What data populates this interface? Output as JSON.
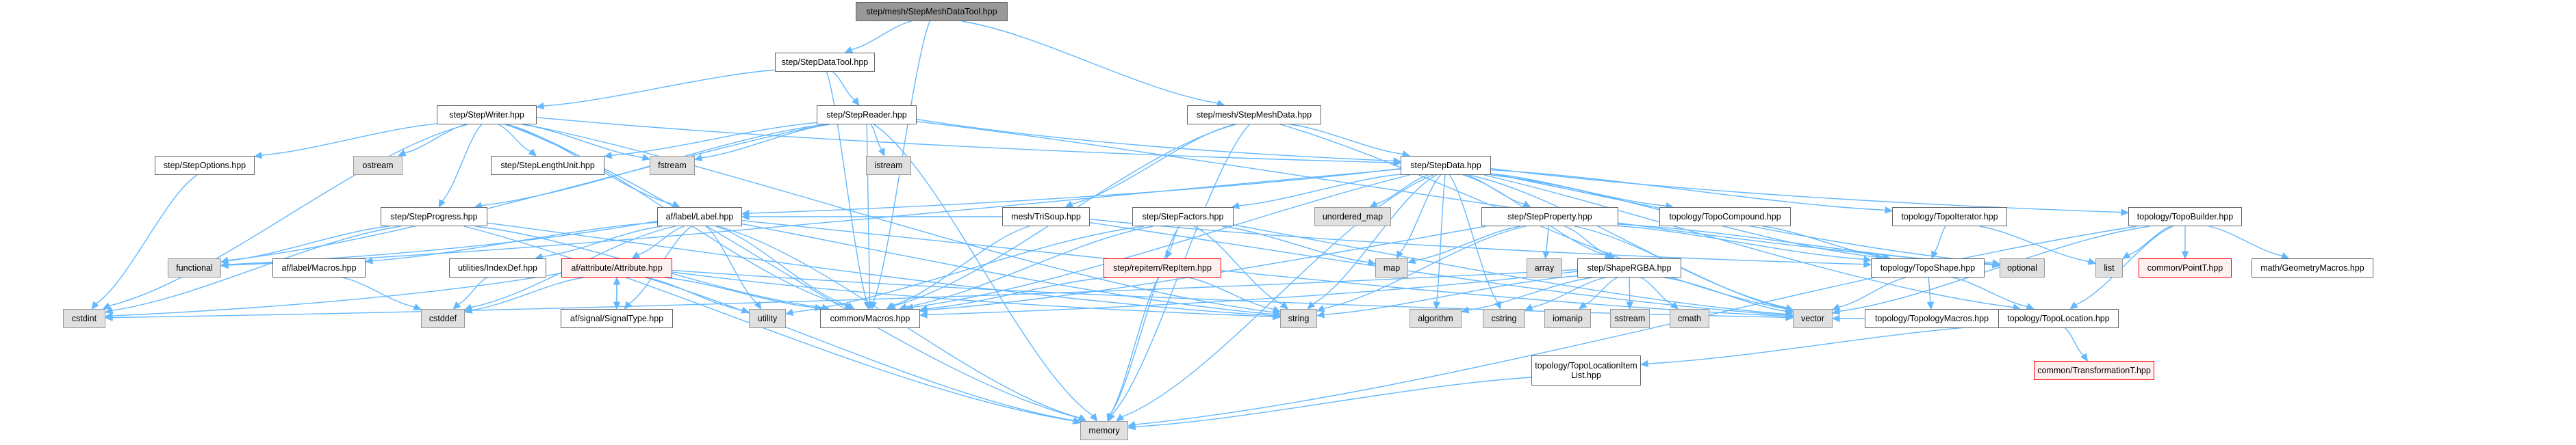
{
  "diagram": {
    "type": "include-dependency-graph",
    "colors": {
      "edge": "#63b8ff",
      "root_fill": "#999999",
      "system_fill": "#e0e0e0",
      "missing_border": "#ff0000",
      "missing_fill": "#fff0f0"
    },
    "nodes": [
      {
        "id": "root",
        "label": "step/mesh/StepMeshDataTool.hpp",
        "kind": "root"
      },
      {
        "id": "stepdatatool",
        "label": "step/StepDataTool.hpp",
        "kind": "file"
      },
      {
        "id": "stepwriter",
        "label": "step/StepWriter.hpp",
        "kind": "file"
      },
      {
        "id": "stepreader",
        "label": "step/StepReader.hpp",
        "kind": "file"
      },
      {
        "id": "stepmeshdata",
        "label": "step/mesh/StepMeshData.hpp",
        "kind": "file"
      },
      {
        "id": "stepoptions",
        "label": "step/StepOptions.hpp",
        "kind": "file"
      },
      {
        "id": "ostream",
        "label": "ostream",
        "kind": "sys"
      },
      {
        "id": "steplengthunit",
        "label": "step/StepLengthUnit.hpp",
        "kind": "file"
      },
      {
        "id": "fstream",
        "label": "fstream",
        "kind": "sys"
      },
      {
        "id": "istream",
        "label": "istream",
        "kind": "sys"
      },
      {
        "id": "stepdata",
        "label": "step/StepData.hpp",
        "kind": "file"
      },
      {
        "id": "stepprogress",
        "label": "step/StepProgress.hpp",
        "kind": "file"
      },
      {
        "id": "label",
        "label": "af/label/Label.hpp",
        "kind": "file"
      },
      {
        "id": "trisoup",
        "label": "mesh/TriSoup.hpp",
        "kind": "file"
      },
      {
        "id": "stepfactors",
        "label": "step/StepFactors.hpp",
        "kind": "file"
      },
      {
        "id": "unordered_map",
        "label": "unordered_map",
        "kind": "sys"
      },
      {
        "id": "stepproperty",
        "label": "step/StepProperty.hpp",
        "kind": "file"
      },
      {
        "id": "topocompound",
        "label": "topology/TopoCompound.hpp",
        "kind": "file"
      },
      {
        "id": "topoiterator",
        "label": "topology/TopoIterator.hpp",
        "kind": "file"
      },
      {
        "id": "topobuilder",
        "label": "topology/TopoBuilder.hpp",
        "kind": "file"
      },
      {
        "id": "functional",
        "label": "functional",
        "kind": "sys"
      },
      {
        "id": "labelmacros",
        "label": "af/label/Macros.hpp",
        "kind": "file"
      },
      {
        "id": "indexdef",
        "label": "utilities/IndexDef.hpp",
        "kind": "file"
      },
      {
        "id": "attribute",
        "label": "af/attribute/Attribute.hpp",
        "kind": "missing"
      },
      {
        "id": "repitem",
        "label": "step/repitem/RepItem.hpp",
        "kind": "missing"
      },
      {
        "id": "map",
        "label": "map",
        "kind": "sys"
      },
      {
        "id": "array",
        "label": "array",
        "kind": "sys"
      },
      {
        "id": "shapergba",
        "label": "step/ShapeRGBA.hpp",
        "kind": "file"
      },
      {
        "id": "toposhape",
        "label": "topology/TopoShape.hpp",
        "kind": "file"
      },
      {
        "id": "optional",
        "label": "optional",
        "kind": "sys"
      },
      {
        "id": "list",
        "label": "list",
        "kind": "sys"
      },
      {
        "id": "pointt",
        "label": "common/PointT.hpp",
        "kind": "missing"
      },
      {
        "id": "geometrymacros",
        "label": "math/GeometryMacros.hpp",
        "kind": "file"
      },
      {
        "id": "cstdint",
        "label": "cstdint",
        "kind": "sys"
      },
      {
        "id": "cstddef",
        "label": "cstddef",
        "kind": "sys"
      },
      {
        "id": "signaltype",
        "label": "af/signal/SignalType.hpp",
        "kind": "file"
      },
      {
        "id": "utility",
        "label": "utility",
        "kind": "sys"
      },
      {
        "id": "commonmacros",
        "label": "common/Macros.hpp",
        "kind": "file"
      },
      {
        "id": "string",
        "label": "string",
        "kind": "sys"
      },
      {
        "id": "algorithm",
        "label": "algorithm",
        "kind": "sys"
      },
      {
        "id": "cstring",
        "label": "cstring",
        "kind": "sys"
      },
      {
        "id": "iomanip",
        "label": "iomanip",
        "kind": "sys"
      },
      {
        "id": "sstream",
        "label": "sstream",
        "kind": "sys"
      },
      {
        "id": "cmath",
        "label": "cmath",
        "kind": "sys"
      },
      {
        "id": "vector",
        "label": "vector",
        "kind": "sys"
      },
      {
        "id": "topologymacros",
        "label": "topology/TopologyMacros.hpp",
        "kind": "file"
      },
      {
        "id": "topolocation",
        "label": "topology/TopoLocation.hpp",
        "kind": "file"
      },
      {
        "id": "topolocationitemlist",
        "label": "topology/TopoLocationItem List.hpp",
        "kind": "file"
      },
      {
        "id": "transformationt",
        "label": "common/TransformationT.hpp",
        "kind": "missing"
      },
      {
        "id": "memory",
        "label": "memory",
        "kind": "sys"
      }
    ],
    "edges": [
      [
        "root",
        "stepdatatool"
      ],
      [
        "root",
        "stepmeshdata"
      ],
      [
        "root",
        "commonmacros"
      ],
      [
        "stepdatatool",
        "stepwriter"
      ],
      [
        "stepdatatool",
        "stepreader"
      ],
      [
        "stepdatatool",
        "commonmacros"
      ],
      [
        "stepwriter",
        "stepoptions"
      ],
      [
        "stepwriter",
        "ostream"
      ],
      [
        "stepwriter",
        "steplengthunit"
      ],
      [
        "stepwriter",
        "fstream"
      ],
      [
        "stepwriter",
        "stepprogress"
      ],
      [
        "stepwriter",
        "label"
      ],
      [
        "stepwriter",
        "stepdata"
      ],
      [
        "stepwriter",
        "cstdint"
      ],
      [
        "stepwriter",
        "memory"
      ],
      [
        "stepwriter",
        "string"
      ],
      [
        "stepwriter",
        "commonmacros"
      ],
      [
        "stepreader",
        "fstream"
      ],
      [
        "stepreader",
        "istream"
      ],
      [
        "stepreader",
        "steplengthunit"
      ],
      [
        "stepreader",
        "stepdata"
      ],
      [
        "stepreader",
        "stepprogress"
      ],
      [
        "stepreader",
        "commonmacros"
      ],
      [
        "stepreader",
        "functional"
      ],
      [
        "stepreader",
        "optional"
      ],
      [
        "stepreader",
        "memory"
      ],
      [
        "stepmeshdata",
        "stepdata"
      ],
      [
        "stepmeshdata",
        "trisoup"
      ],
      [
        "stepmeshdata",
        "commonmacros"
      ],
      [
        "stepmeshdata",
        "vector"
      ],
      [
        "stepmeshdata",
        "memory"
      ],
      [
        "stepoptions",
        "cstdint"
      ],
      [
        "stepprogress",
        "functional"
      ],
      [
        "stepprogress",
        "cstdint"
      ],
      [
        "stepprogress",
        "commonmacros"
      ],
      [
        "stepprogress",
        "memory"
      ],
      [
        "stepprogress",
        "string"
      ],
      [
        "stepdata",
        "label"
      ],
      [
        "stepdata",
        "stepfactors"
      ],
      [
        "stepdata",
        "unordered_map"
      ],
      [
        "stepdata",
        "stepproperty"
      ],
      [
        "stepdata",
        "topocompound"
      ],
      [
        "stepdata",
        "topoiterator"
      ],
      [
        "stepdata",
        "topobuilder"
      ],
      [
        "stepdata",
        "toposhape"
      ],
      [
        "stepdata",
        "shapergba"
      ],
      [
        "stepdata",
        "map"
      ],
      [
        "stepdata",
        "string"
      ],
      [
        "stepdata",
        "algorithm"
      ],
      [
        "stepdata",
        "cstring"
      ],
      [
        "stepdata",
        "vector"
      ],
      [
        "stepdata",
        "optional"
      ],
      [
        "stepdata",
        "commonmacros"
      ],
      [
        "stepdata",
        "memory"
      ],
      [
        "stepdata",
        "topolocation"
      ],
      [
        "stepdata",
        "functional"
      ],
      [
        "label",
        "functional"
      ],
      [
        "label",
        "labelmacros"
      ],
      [
        "label",
        "indexdef"
      ],
      [
        "label",
        "attribute"
      ],
      [
        "label",
        "cstddef"
      ],
      [
        "label",
        "commonmacros"
      ],
      [
        "label",
        "string"
      ],
      [
        "label",
        "vector"
      ],
      [
        "label",
        "memory"
      ],
      [
        "label",
        "signaltype"
      ],
      [
        "label",
        "utility"
      ],
      [
        "labelmacros",
        "cstddef"
      ],
      [
        "indexdef",
        "cstddef"
      ],
      [
        "attribute",
        "signaltype"
      ],
      [
        "signaltype",
        "attribute"
      ],
      [
        "attribute",
        "utility"
      ],
      [
        "attribute",
        "commonmacros"
      ],
      [
        "attribute",
        "cstdint"
      ],
      [
        "attribute",
        "memory"
      ],
      [
        "attribute",
        "string"
      ],
      [
        "attribute",
        "vector"
      ],
      [
        "attribute",
        "cstddef"
      ],
      [
        "trisoup",
        "label"
      ],
      [
        "trisoup",
        "toposhape"
      ],
      [
        "trisoup",
        "vector"
      ],
      [
        "trisoup",
        "commonmacros"
      ],
      [
        "stepfactors",
        "repitem"
      ],
      [
        "stepfactors",
        "map"
      ],
      [
        "stepfactors",
        "string"
      ],
      [
        "stepfactors",
        "commonmacros"
      ],
      [
        "stepfactors",
        "memory"
      ],
      [
        "stepfactors",
        "utility"
      ],
      [
        "stepfactors",
        "vector"
      ],
      [
        "repitem",
        "string"
      ],
      [
        "repitem",
        "memory"
      ],
      [
        "repitem",
        "commonmacros"
      ],
      [
        "stepproperty",
        "array"
      ],
      [
        "stepproperty",
        "shapergba"
      ],
      [
        "stepproperty",
        "map"
      ],
      [
        "stepproperty",
        "string"
      ],
      [
        "stepproperty",
        "toposhape"
      ],
      [
        "stepproperty",
        "vector"
      ],
      [
        "stepproperty",
        "commonmacros"
      ],
      [
        "stepproperty",
        "optional"
      ],
      [
        "shapergba",
        "string"
      ],
      [
        "shapergba",
        "algorithm"
      ],
      [
        "shapergba",
        "cstring"
      ],
      [
        "shapergba",
        "iomanip"
      ],
      [
        "shapergba",
        "sstream"
      ],
      [
        "shapergba",
        "cmath"
      ],
      [
        "shapergba",
        "vector"
      ],
      [
        "shapergba",
        "cstdint"
      ],
      [
        "shapergba",
        "commonmacros"
      ],
      [
        "topocompound",
        "toposhape"
      ],
      [
        "topoiterator",
        "toposhape"
      ],
      [
        "topoiterator",
        "list"
      ],
      [
        "topobuilder",
        "list"
      ],
      [
        "topobuilder",
        "pointt"
      ],
      [
        "topobuilder",
        "geometrymacros"
      ],
      [
        "topobuilder",
        "topolocation"
      ],
      [
        "topobuilder",
        "memory"
      ],
      [
        "topobuilder",
        "vector"
      ],
      [
        "toposhape",
        "topologymacros"
      ],
      [
        "toposhape",
        "topolocation"
      ],
      [
        "toposhape",
        "vector"
      ],
      [
        "topolocation",
        "topolocationitemlist"
      ],
      [
        "topolocation",
        "transformationt"
      ],
      [
        "topolocation",
        "vector"
      ],
      [
        "topolocationitemlist",
        "memory"
      ]
    ]
  }
}
